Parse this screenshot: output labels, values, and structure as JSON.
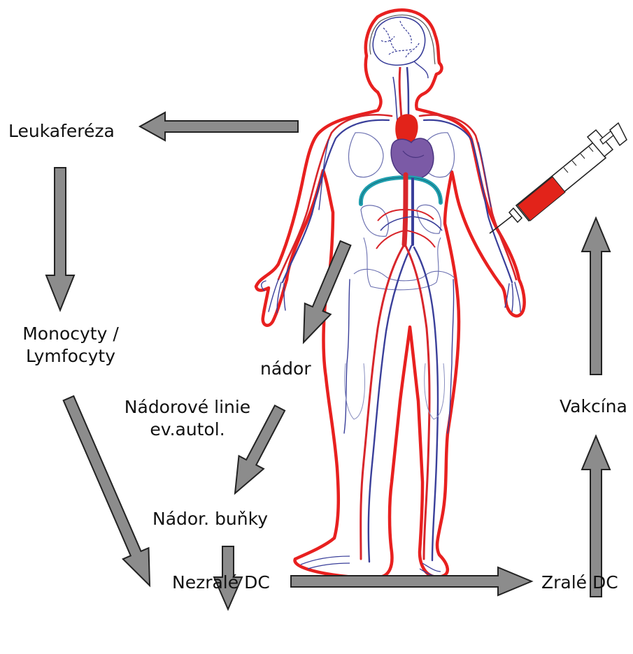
{
  "labels": {
    "leukafereza": "Leukaferéza",
    "monocyty_line1": "Monocyty /",
    "monocyty_line2": "Lymfocyty",
    "nador": "nádor",
    "nadorove_linie_line1": "Nádorové linie",
    "nadorove_linie_line2": "ev.autol.",
    "nador_bunky": "Nádor. buňky",
    "nezrale_dc": "Nezralé DC",
    "zrale_dc": "Zralé DC",
    "vakcina": "Vakcína"
  },
  "colors": {
    "arrow_fill": "#8c8c8c",
    "arrow_stroke": "#222222",
    "body_outline": "#e8201f",
    "vessel_blue": "#3a3f9a",
    "artery_red": "#d8262b",
    "heart_purple": "#7b5aa6",
    "teal_vessel": "#22a0b0",
    "syringe_fluid": "#e2231a"
  },
  "icons": [
    "human-circulatory-figure-icon",
    "syringe-icon"
  ]
}
